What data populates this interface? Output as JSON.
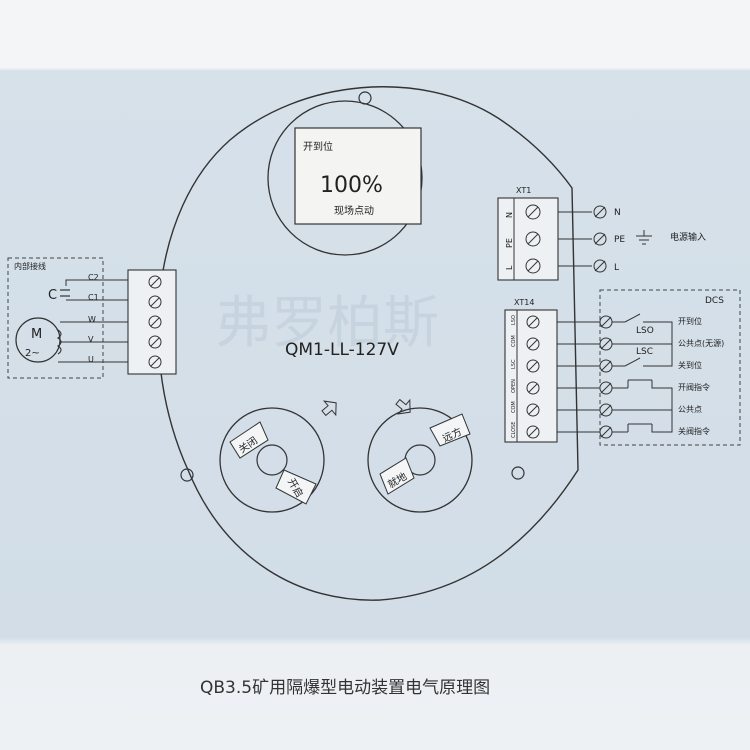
{
  "display": {
    "status": "开到位",
    "percent": "100%",
    "mode": "现场点动"
  },
  "model": "QM1-LL-127V",
  "watermark": "弗罗柏斯",
  "motor_box": {
    "title": "内部接线",
    "capacitor_label": "C",
    "motor_label": "M",
    "motor_sub": "2~",
    "terminals": [
      "C2",
      "C1",
      "W",
      "V",
      "U"
    ]
  },
  "xt1": {
    "title": "XT1",
    "terminals": [
      "N",
      "PE",
      "L"
    ],
    "ext_labels": [
      "N",
      "PE",
      "L"
    ],
    "power_label": "电源输入"
  },
  "xt14": {
    "title": "XT14",
    "terminals": [
      "LSO",
      "COM",
      "LSC",
      "OPEN",
      "COM",
      "CLOSE"
    ]
  },
  "dcs": {
    "title": "DCS",
    "switch_labels": [
      "LSO",
      "LSC"
    ],
    "signals": [
      "开到位",
      "公共点(无源)",
      "关到位",
      "开阀指令",
      "公共点",
      "关阀指令"
    ]
  },
  "knobs": {
    "left": [
      "关闭",
      "开启"
    ],
    "right": [
      "远方",
      "就地"
    ]
  },
  "caption": "QB3.5矿用隔爆型电动装置电气原理图"
}
